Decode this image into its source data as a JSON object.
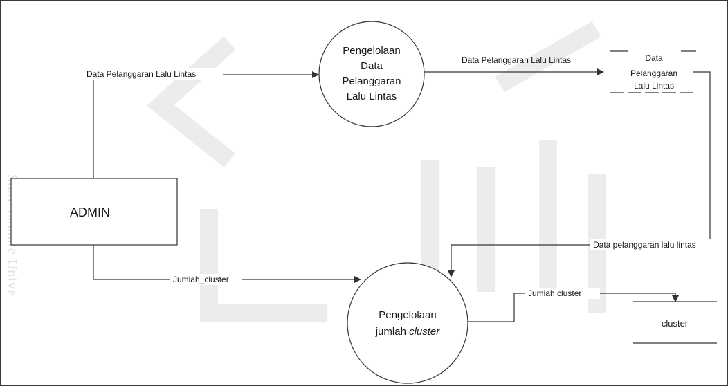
{
  "watermark": {
    "side_text": "State Islamic Unive"
  },
  "external_entity": {
    "label": "ADMIN"
  },
  "processes": {
    "p1": {
      "lines": [
        "Pengelolaan",
        "Data",
        "Pelanggaran",
        "Lalu Lintas"
      ]
    },
    "p2": {
      "line1": "Pengelolaan",
      "line2_prefix": "jumlah ",
      "line2_italic": "cluster"
    }
  },
  "data_stores": {
    "ds1": {
      "lines": [
        "Data",
        "Pelanggaran",
        "Lalu Lintas"
      ]
    },
    "ds2": {
      "label": "cluster"
    }
  },
  "flows": {
    "admin_to_p1": "Data Pelanggaran Lalu Lintas",
    "p1_to_ds1": "Data Pelanggaran Lalu Lintas",
    "ds1_to_p2": "Data pelanggaran lalu lintas",
    "admin_to_p2": "Jumlah_cluster",
    "p2_to_ds2": "Jumlah cluster"
  }
}
